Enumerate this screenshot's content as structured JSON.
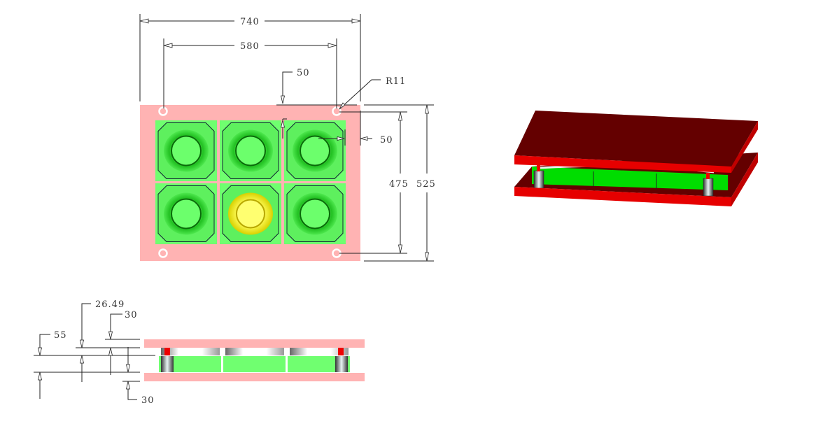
{
  "top_view": {
    "dimensions": {
      "overall_width": "740",
      "hole_spacing_x": "580",
      "top_margin": "50",
      "hole_radius": "R11",
      "right_margin": "50",
      "hole_spacing_y": "475",
      "overall_height": "525"
    },
    "colors": {
      "plate": "#ffb3b3",
      "cavity": "#6fff6f",
      "highlight_cavity": "#ffff55"
    },
    "cavity_grid": {
      "rows": 2,
      "cols": 3,
      "highlighted": [
        1,
        1
      ]
    }
  },
  "side_view": {
    "dimensions": {
      "open_height": "55",
      "gap": "26.49",
      "top_plate_thickness": "30",
      "bottom_plate_thickness": "30"
    }
  },
  "iso_view": {
    "colors": {
      "plate_top": "#640000",
      "plate_edge": "#e60000",
      "block": "#00dd00",
      "post": "#888888"
    }
  }
}
